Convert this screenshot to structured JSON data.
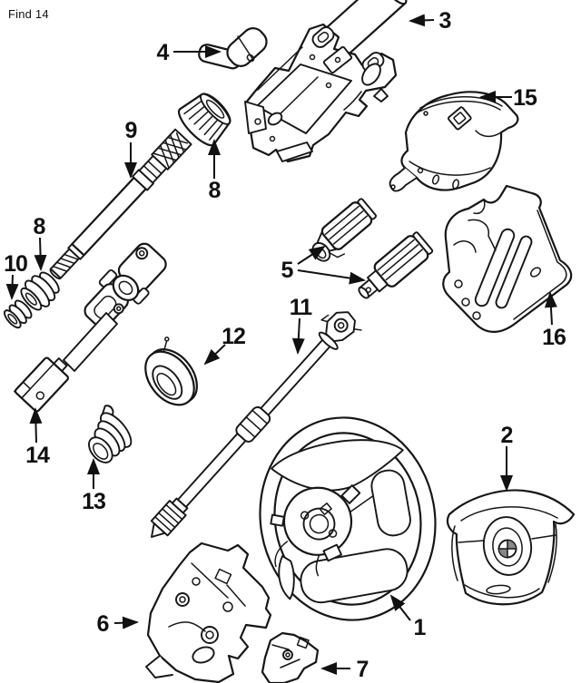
{
  "page": {
    "find_text": "Find 14",
    "background_color": "#ffffff",
    "line_color": "#161616"
  },
  "diagram": {
    "callouts": [
      {
        "number": "1"
      },
      {
        "number": "2"
      },
      {
        "number": "3"
      },
      {
        "number": "4"
      },
      {
        "number": "5"
      },
      {
        "number": "6"
      },
      {
        "number": "7"
      },
      {
        "number": "8"
      },
      {
        "number": "8"
      },
      {
        "number": "9"
      },
      {
        "number": "10"
      },
      {
        "number": "11"
      },
      {
        "number": "12"
      },
      {
        "number": "13"
      },
      {
        "number": "14"
      },
      {
        "number": "15"
      },
      {
        "number": "16"
      }
    ]
  }
}
